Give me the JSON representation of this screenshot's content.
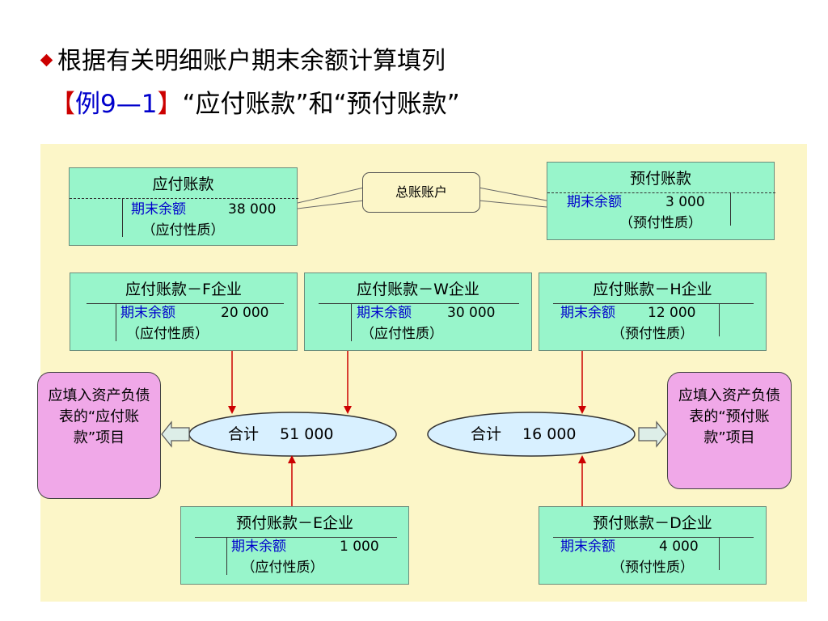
{
  "title": {
    "line1": "根据有关明细账户期末余额计算填列",
    "example_bracket_open": "【",
    "example_label": "例9—1",
    "example_bracket_close": "】",
    "example_text": "“应付账款”和“预付账款”"
  },
  "callout": {
    "label": "总账账户"
  },
  "summary_accounts": {
    "payable": {
      "name": "应付账款",
      "balance_label": "期末余额",
      "amount": "38 000",
      "nature": "（应付性质）"
    },
    "prepaid": {
      "name": "预付账款",
      "balance_label": "期末余额",
      "amount": "3  000",
      "nature": "（预付性质）"
    }
  },
  "detail_accounts": {
    "f": {
      "name": "应付账款－F企业",
      "balance_label": "期末余额",
      "amount": "20 000",
      "nature": "（应付性质）"
    },
    "w": {
      "name": "应付账款－W企业",
      "balance_label": "期末余额",
      "amount": "30 000",
      "nature": "（应付性质）"
    },
    "h": {
      "name": "应付账款－H企业",
      "balance_label": "期末余额",
      "amount": "12 000",
      "nature": "（预付性质）"
    },
    "e": {
      "name": "预付账款－E企业",
      "balance_label": "期末余额",
      "amount": "1 000",
      "nature": "（应付性质）"
    },
    "d": {
      "name": "预付账款－D企业",
      "balance_label": "期末余额",
      "amount": "4 000",
      "nature": "（预付性质）"
    }
  },
  "totals": {
    "left": {
      "label": "合计",
      "amount": "51 000"
    },
    "right": {
      "label": "合计",
      "amount": "16 000"
    }
  },
  "results": {
    "left": "应填入资产负债表的“应付账款”项目",
    "right": "应填入资产负债表的“预付账款”项目"
  },
  "colors": {
    "panel_bg": "#fcf6c8",
    "account_bg": "#98f5cb",
    "result_bg": "#f0a8e8",
    "ellipse_bg": "#d8f0ff",
    "arrow": "#cc0000",
    "balance_label": "#0000cc"
  }
}
